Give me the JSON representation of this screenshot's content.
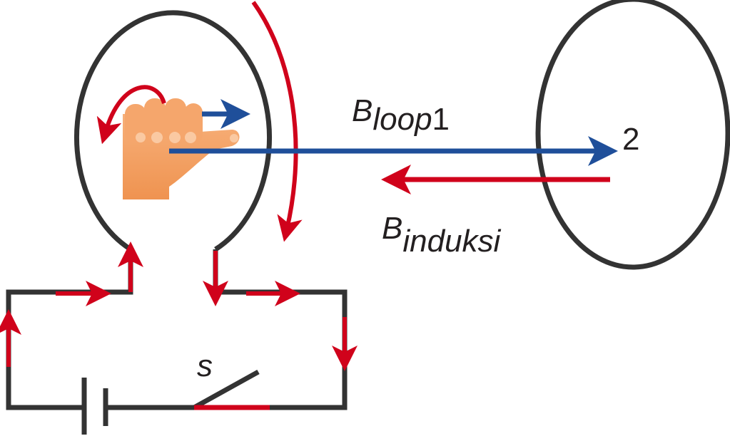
{
  "labels": {
    "b_loop_main": "B",
    "b_loop_sub": "loop",
    "b_loop_num": "1",
    "b_induksi_main": "B",
    "b_induksi_sub": "induksi",
    "loop2": "2",
    "switch": "s"
  },
  "colors": {
    "wire": "#333333",
    "current": "#d0021b",
    "field": "#1f4f9a",
    "hand": "#f4a46a"
  }
}
